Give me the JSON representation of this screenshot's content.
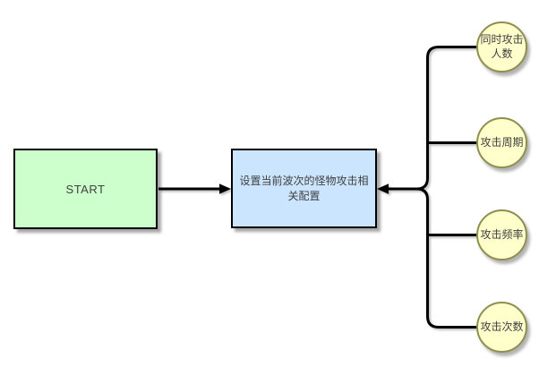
{
  "diagram": {
    "type": "flowchart",
    "background_color": "#ffffff",
    "edge_color": "#000000",
    "label_color": "#404040",
    "start_node": {
      "label": "START",
      "fill_color": "#ccffcc",
      "border_color": "#000000"
    },
    "config_node": {
      "label": "设置当前波次的怪物攻击相关配置",
      "fill_color": "#cce5ff",
      "border_color": "#000000"
    },
    "param_nodes": {
      "fill_color": "#ffffcc",
      "border_color": "#8f8f4f",
      "items": [
        {
          "label": "同时攻击人数"
        },
        {
          "label": "攻击周期"
        },
        {
          "label": "攻击频率"
        },
        {
          "label": "攻击次数"
        }
      ]
    }
  }
}
